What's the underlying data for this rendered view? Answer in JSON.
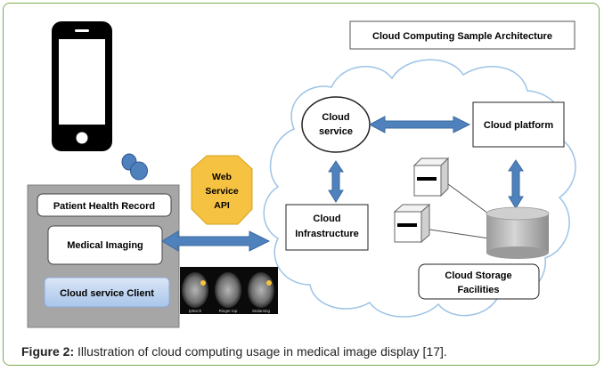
{
  "header": {
    "title": "Cloud Computing Sample Architecture"
  },
  "client": {
    "patient_health_record": "Patient Health Record",
    "medical_imaging": "Medical Imaging",
    "cloud_service_client": "Cloud service Client"
  },
  "api": {
    "line1": "Web",
    "line2": "Service",
    "line3": "API"
  },
  "cloud": {
    "service_line1": "Cloud",
    "service_line2": "service",
    "platform": "Cloud platform",
    "infra_line1": "Cloud",
    "infra_line2": "Infrastructure",
    "storage_line1": "Cloud Storage",
    "storage_line2": "Facilities"
  },
  "scan_labels": [
    "Iplesch",
    "Ringer top",
    "Stalaming"
  ],
  "caption": {
    "label": "Figure 2:",
    "text": " Illustration of cloud computing usage in medical image display [17]."
  },
  "colors": {
    "arrow": "#4f81bd",
    "hexagon": "#f5c242",
    "client_panel": "#a6a6a6",
    "client_highlight": "#c5d9f1",
    "cloud_outline": "#9dc3e6",
    "storage": "#bfbfbf",
    "frame_border": "#7faa52"
  },
  "icons": [
    "smartphone-icon",
    "thought-bubble-icon",
    "server-cube-icon",
    "storage-cylinder-icon",
    "brain-scan-icon"
  ]
}
